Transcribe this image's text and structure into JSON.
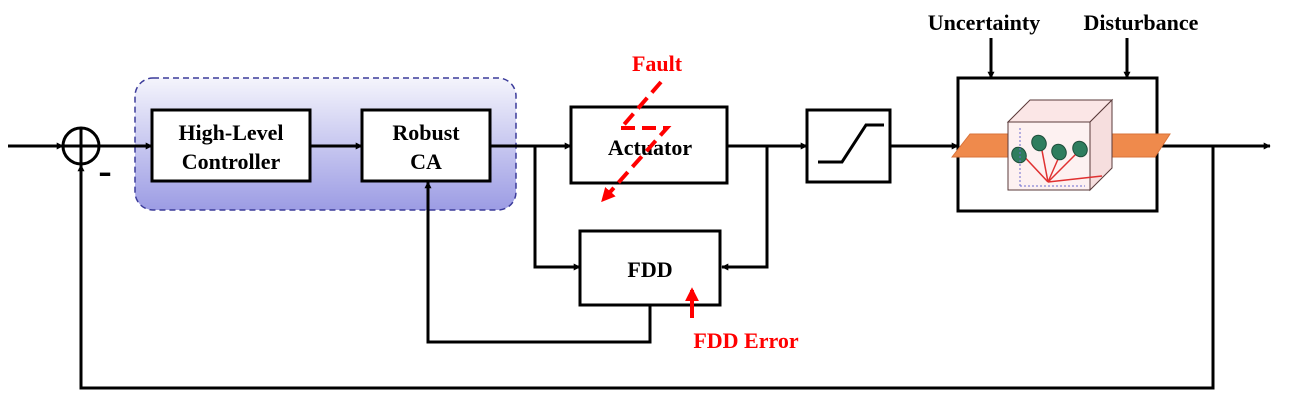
{
  "blocks": {
    "high_level_controller": [
      "High-Level",
      "Controller"
    ],
    "robust_ca": [
      "Robust",
      "CA"
    ],
    "actuator": "Actuator",
    "fdd": "FDD",
    "plant": ""
  },
  "annotations": {
    "fault": "Fault",
    "fdd_error": "FDD Error",
    "uncertainty": "Uncertainty",
    "disturbance": "Disturbance",
    "minus_sign": "-"
  },
  "colors": {
    "line": "#000000",
    "fault": "#ff0000",
    "controller_region_fill_top": "#f4f4fc",
    "controller_region_fill_bottom": "#9c9ce4",
    "controller_region_border": "#3b3b9a",
    "plate": "#ef8a4c",
    "cube_edge": "#5a3a3a",
    "thruster": "#2e7d5e"
  },
  "icons": {
    "summing_junction": "summing-junction-icon",
    "saturation": "saturation-icon",
    "plant": "satellite-plant-icon"
  }
}
